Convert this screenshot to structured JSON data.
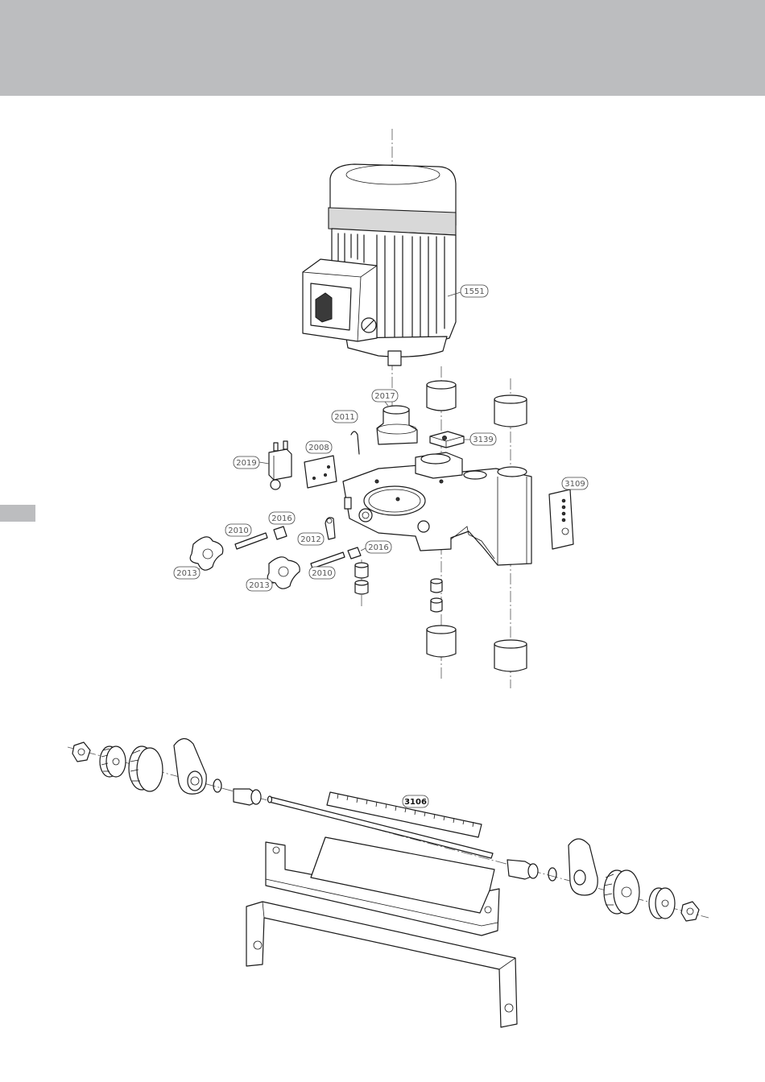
{
  "callouts": {
    "c1551": "1551",
    "c2017": "2017",
    "c2011": "2011",
    "c3139": "3139",
    "c2008": "2008",
    "c2019": "2019",
    "c3109": "3109",
    "c2016a": "2016",
    "c2010a": "2010",
    "c2012": "2012",
    "c2016b": "2016",
    "c2013a": "2013",
    "c2010b": "2010",
    "c2013b": "2013",
    "c3106": "3106"
  },
  "colors": {
    "header_band": "#bcbdbf",
    "line": "#1a1a1a"
  }
}
